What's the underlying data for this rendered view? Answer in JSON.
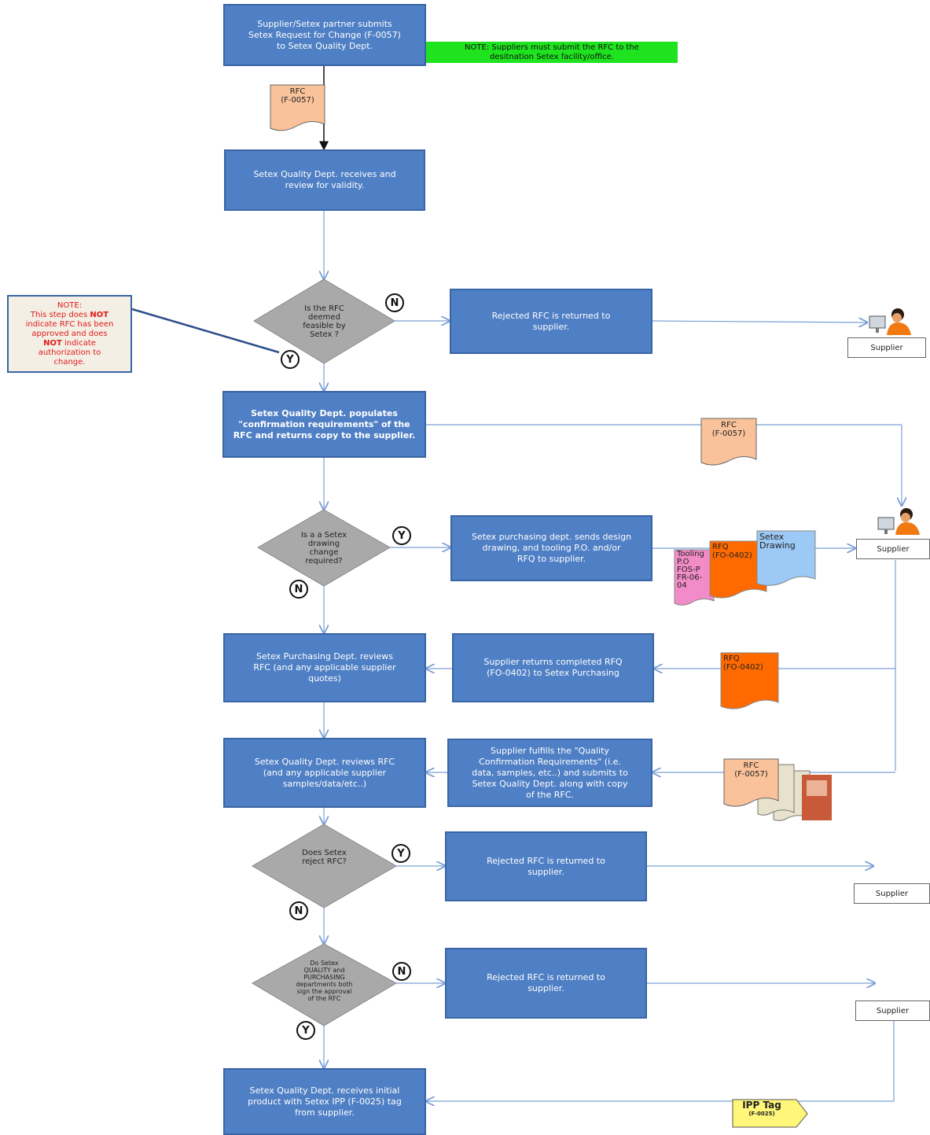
{
  "boxes": {
    "submit": "Supplier/Setex partner submits\nSetex  Request for Change (F-0057)\nto Setex Quality  Dept.",
    "receive_review": "Setex Quality Dept.  receives and\nreview for validity.",
    "rejected_1": "Rejected RFC is returned to\nsupplier.",
    "populate": "Setex Quality Dept. populates\n\"confirmation requirements\" of the\nRFC and returns copy to the supplier.",
    "purchasing_sends": "Setex purchasing dept. sends design\ndrawing, and tooling P.O. and/or\nRFQ to supplier.",
    "purchasing_reviews": "Setex Purchasing Dept.  reviews\nRFC (and any applicable supplier\nquotes)",
    "supplier_returns_rfq": "Supplier returns completed RFQ\n(FO-0402) to Setex Purchasing",
    "quality_reviews": "Setex  Quality Dept.  reviews RFC\n(and any applicable supplier\nsamples/data/etc..)",
    "supplier_fulfills": "Supplier fulfills the  \"Quality\nConfirmation Requirements\" (i.e.\ndata, samples, etc..) and submits to\nSetex Quality Dept. along with copy\nof the RFC.",
    "rejected_2": "Rejected RFC is returned to\nsupplier.",
    "rejected_3": "Rejected RFC is returned to\nsupplier.",
    "receives_initial": "Setex Quality Dept. receives initial\nproduct with Setex IPP  (F-0025) tag\nfrom supplier."
  },
  "decisions": {
    "feasible": "Is the RFC\ndeemed\nfeasible by\nSetex ?",
    "drawing_change": "Is a a Setex\ndrawing\nchange\nrequired?",
    "reject": "Does Setex\nreject RFC?",
    "sign": "Do Setex\nQUALITY and\nPURCHASING\ndepartments both\nsign the approval\nof the RFC"
  },
  "badges": {
    "yes": "Y",
    "no": "N"
  },
  "documents": {
    "rfc_1": "RFC\n(F-0057)",
    "rfc_2": "RFC\n(F-0057)",
    "rfc_3": "RFC\n(F-0057)",
    "tooling": "Tooling\nP.O\nFOS-P\nFR-06-\n04",
    "rfq_1": "RFQ\n(FO-0402)",
    "setex_drawing": "Setex\nDrawing",
    "rfq_2": "RFQ\n(FO-0402)",
    "ipp_tag_title": "IPP Tag",
    "ipp_tag_code": "(F-0025)"
  },
  "notes": {
    "green": "NOTE: Suppliers must submit the RFC to the\ndesitnation Setex facility/office.",
    "red_title": "NOTE:",
    "red_line1_a": "This step does ",
    "red_line1_b": "NOT",
    "red_line2": "indicate RFC has been",
    "red_line3": "approved and does",
    "red_line4_a": "NOT",
    "red_line4_b": " indicate",
    "red_line5": "authorization to",
    "red_line6": "change."
  },
  "supplier_labels": {
    "s1": "Supplier",
    "s2": "Supplier",
    "s3": "Supplier",
    "s4": "Supplier"
  },
  "icons": {
    "supplier_person": "person-at-computer-icon",
    "document_stack": "document-stack-icon"
  },
  "colors": {
    "process_box": "#4f7fc4",
    "decision": "#a9a9a9",
    "rfc_doc": "#f9c29a",
    "rfq_doc": "#ff6a00",
    "tooling_doc": "#f28cc8",
    "drawing_doc": "#9cc9f5",
    "ipp_tag": "#fff67a",
    "note_green": "#1ee31e"
  }
}
